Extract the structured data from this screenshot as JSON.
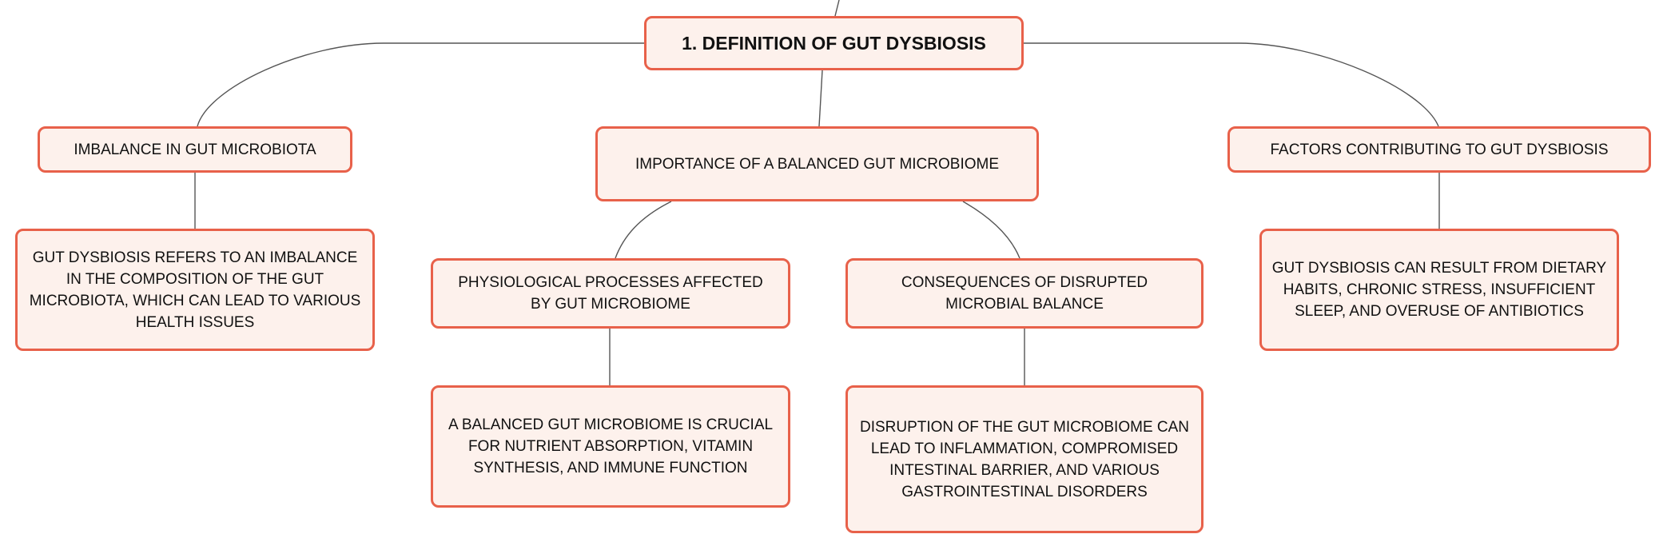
{
  "root": {
    "label": "1. DEFINITION OF GUT DYSBIOSIS"
  },
  "branches": {
    "left": {
      "title": "IMBALANCE IN GUT MICROBIOTA",
      "detail": "GUT DYSBIOSIS REFERS TO AN IMBALANCE IN THE COMPOSITION OF THE GUT MICROBIOTA, WHICH CAN LEAD TO VARIOUS HEALTH ISSUES"
    },
    "center": {
      "title": "IMPORTANCE OF A BALANCED GUT MICROBIOME",
      "children": [
        {
          "title": "PHYSIOLOGICAL PROCESSES AFFECTED BY GUT MICROBIOME",
          "detail": "A BALANCED GUT MICROBIOME IS CRUCIAL FOR NUTRIENT ABSORPTION, VITAMIN SYNTHESIS, AND IMMUNE FUNCTION"
        },
        {
          "title": "CONSEQUENCES OF DISRUPTED MICROBIAL BALANCE",
          "detail": "DISRUPTION OF THE GUT MICROBIOME CAN LEAD TO INFLAMMATION, COMPROMISED INTESTINAL BARRIER, AND VARIOUS GASTROINTESTINAL DISORDERS"
        }
      ]
    },
    "right": {
      "title": "FACTORS CONTRIBUTING TO GUT DYSBIOSIS",
      "detail": "GUT DYSBIOSIS CAN RESULT FROM DIETARY HABITS, CHRONIC STRESS, INSUFFICIENT SLEEP, AND OVERUSE OF ANTIBIOTICS"
    }
  },
  "colors": {
    "node_border": "#e8614a",
    "node_fill": "#fdf1ec",
    "connector": "#555555"
  }
}
